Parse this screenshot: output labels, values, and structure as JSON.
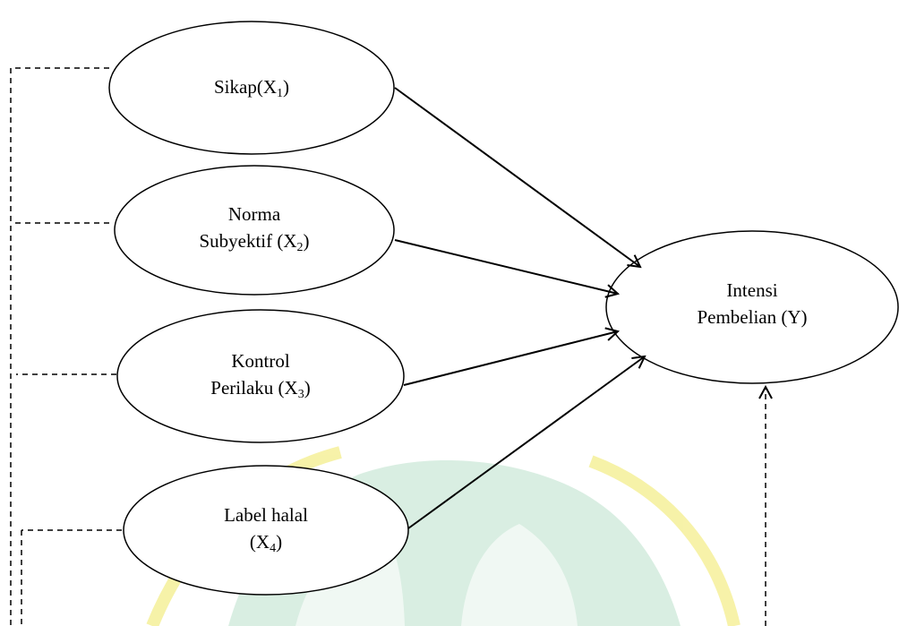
{
  "colors": {
    "stroke": "#000000",
    "background": "#ffffff",
    "watermark_green": "#cde9d9",
    "watermark_yellow": "#f4ee8c"
  },
  "watermark": {
    "description": "faint green and yellow university seal visible along the bottom edge"
  },
  "nodes": {
    "x1": {
      "line1": "Sikap(X",
      "sub": "1",
      "close": ")"
    },
    "x2": {
      "line1": "Norma",
      "line2": "Subyektif (X",
      "sub": "2",
      "close": ")"
    },
    "x3": {
      "line1": "Kontrol",
      "line2": "Perilaku (X",
      "sub": "3",
      "close": ")"
    },
    "x4": {
      "line1": "Label halal",
      "line2": "(X",
      "sub": "4",
      "close": ")"
    },
    "y": {
      "line1": "Intensi",
      "line2": "Pembelian (Y)"
    }
  },
  "edges": [
    {
      "from": "x1",
      "to": "y",
      "style": "solid"
    },
    {
      "from": "x2",
      "to": "y",
      "style": "solid"
    },
    {
      "from": "x3",
      "to": "y",
      "style": "solid"
    },
    {
      "from": "x4",
      "to": "y",
      "style": "solid"
    },
    {
      "from": "x1+x2+x3+x4",
      "to": "y",
      "style": "dashed",
      "meaning": "simultaneous effect"
    }
  ]
}
